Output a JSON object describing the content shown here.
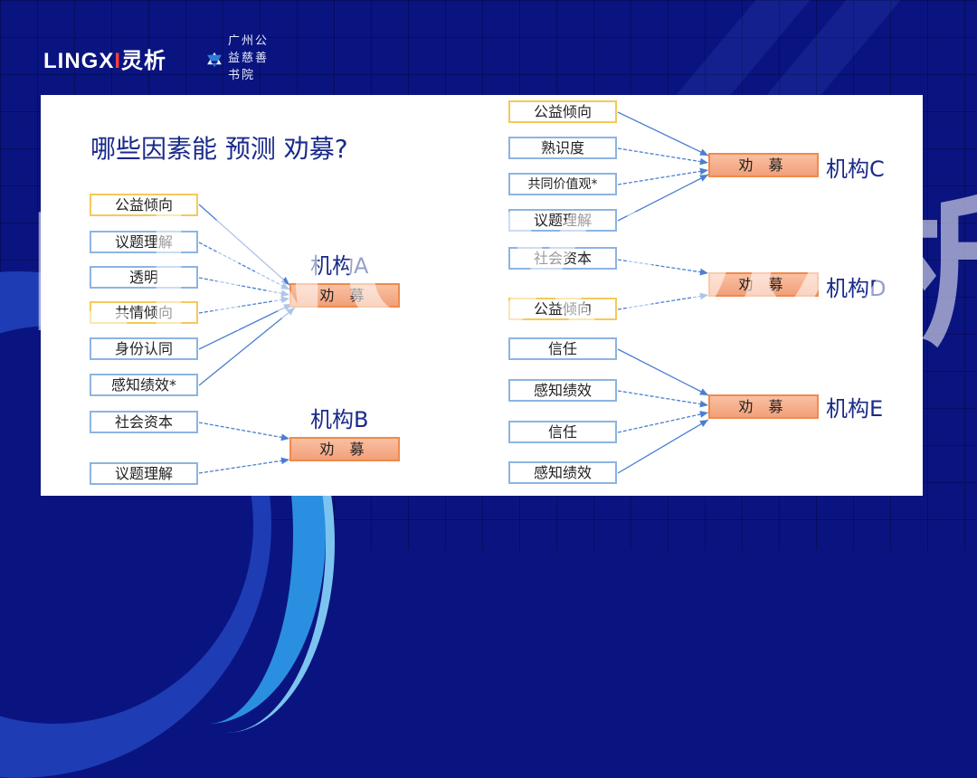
{
  "header": {
    "brand_logo": {
      "latin": "LINGXI",
      "cn": "灵析"
    },
    "partner_logo": {
      "cn": "广州公益慈善书院",
      "icon": "star-of-david-icon"
    }
  },
  "slide": {
    "title": "哪些因素能 预测 劝募?",
    "watermark": "LINGXI灵析",
    "colors": {
      "background": "#0a1480",
      "title_text": "#1a2a8a",
      "factor_border_blue": "#8db4e2",
      "factor_border_gold": "#f5c95a",
      "target_fill": "#f2a07a",
      "target_border": "#f08a4b",
      "arrow": "#4a7fd0"
    },
    "groups": [
      {
        "org": "机构A",
        "target": "劝 募",
        "factors": [
          {
            "label": "公益倾向",
            "style": "gold"
          },
          {
            "label": "议题理解",
            "style": "blue"
          },
          {
            "label": "透明",
            "style": "blue"
          },
          {
            "label": "共情倾向",
            "style": "gold"
          },
          {
            "label": "身份认同",
            "style": "blue"
          },
          {
            "label": "感知绩效*",
            "style": "blue"
          }
        ]
      },
      {
        "org": "机构B",
        "target": "劝 募",
        "factors": [
          {
            "label": "社会资本",
            "style": "blue"
          },
          {
            "label": "议题理解",
            "style": "blue"
          }
        ]
      },
      {
        "org": "机构C",
        "target": "劝 募",
        "factors": [
          {
            "label": "公益倾向",
            "style": "gold"
          },
          {
            "label": "熟识度",
            "style": "blue"
          },
          {
            "label": "共同价值观*",
            "style": "blue"
          },
          {
            "label": "议题理解",
            "style": "blue"
          }
        ]
      },
      {
        "org": "机构D",
        "target": "劝 募",
        "factors": [
          {
            "label": "社会资本",
            "style": "blue"
          },
          {
            "label": "公益倾向",
            "style": "gold"
          }
        ]
      },
      {
        "org": "机构E",
        "target": "劝 募",
        "factors": [
          {
            "label": "信任",
            "style": "blue"
          },
          {
            "label": "感知绩效",
            "style": "blue"
          },
          {
            "label": "信任",
            "style": "blue"
          },
          {
            "label": "感知绩效",
            "style": "blue"
          }
        ]
      }
    ]
  }
}
